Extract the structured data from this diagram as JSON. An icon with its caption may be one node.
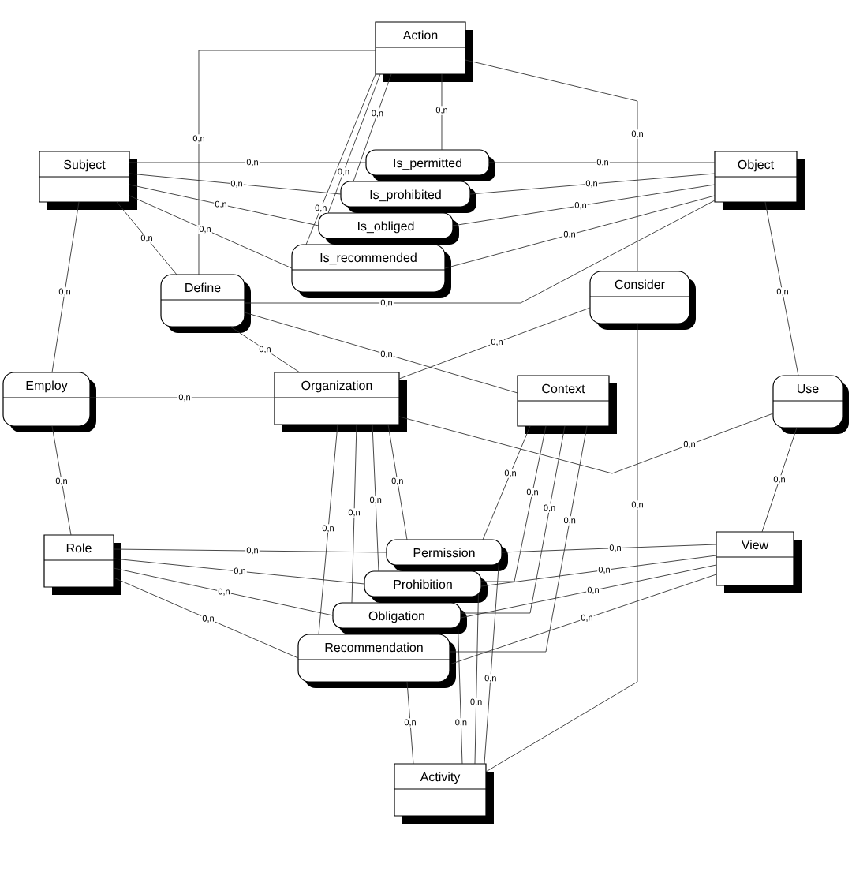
{
  "diagram": {
    "nodes": [
      {
        "text": [
          "Action"
        ]
      },
      {
        "text": [
          "Subject"
        ]
      },
      {
        "text": [
          "Is_permitted"
        ]
      },
      {
        "text": [
          "Is_prohibited"
        ]
      },
      {
        "text": [
          "Is_obliged"
        ]
      },
      {
        "text": [
          "Is_recommended"
        ]
      },
      {
        "text": [
          "Object"
        ]
      },
      {
        "text": [
          "Define"
        ]
      },
      {
        "text": [
          "Consider"
        ]
      },
      {
        "text": [
          "Employ"
        ]
      },
      {
        "text": [
          "Organization"
        ]
      },
      {
        "text": [
          "Context"
        ]
      },
      {
        "text": [
          "Use"
        ]
      },
      {
        "text": [
          "Role"
        ]
      },
      {
        "text": [
          "Permission"
        ]
      },
      {
        "text": [
          "Prohibition"
        ]
      },
      {
        "text": [
          "Obligation"
        ]
      },
      {
        "text": [
          "Recommendation"
        ]
      },
      {
        "text": [
          "View"
        ]
      },
      {
        "text": [
          "Activity"
        ]
      }
    ],
    "edges": [
      {
        "from": 1,
        "to": 2,
        "arrow": "none",
        "label": "0,n"
      },
      {
        "from": 0,
        "to": 2,
        "arrow": "none",
        "label": "0,n"
      },
      {
        "from": 6,
        "to": 2,
        "arrow": "none",
        "label": "0,n"
      },
      {
        "from": 1,
        "to": 3,
        "arrow": "none",
        "label": "0,n"
      },
      {
        "from": 0,
        "to": 3,
        "arrow": "none",
        "label": "0,n"
      },
      {
        "from": 6,
        "to": 3,
        "arrow": "none",
        "label": "0,n"
      },
      {
        "from": 1,
        "to": 4,
        "arrow": "none",
        "label": "0,n"
      },
      {
        "from": 0,
        "to": 4,
        "arrow": "none",
        "label": "0,n"
      },
      {
        "from": 6,
        "to": 4,
        "arrow": "none",
        "label": "0,n"
      },
      {
        "from": 1,
        "to": 5,
        "arrow": "none",
        "label": "0,n"
      },
      {
        "from": 0,
        "to": 5,
        "arrow": "none",
        "label": "0,n"
      },
      {
        "from": 6,
        "to": 5,
        "arrow": "none",
        "label": "0,n"
      },
      {
        "from": 1,
        "to": 7,
        "arrow": "none",
        "label": "0,n"
      },
      {
        "from": 0,
        "to": 7,
        "arrow": "none",
        "label": "0,n"
      },
      {
        "from": 6,
        "to": 7,
        "arrow": "none",
        "label": "0,n"
      },
      {
        "from": 10,
        "to": 7,
        "arrow": "none",
        "label": "0,n"
      },
      {
        "from": 11,
        "to": 7,
        "arrow": "none",
        "label": "0,n"
      },
      {
        "from": 0,
        "to": 8,
        "arrow": "none",
        "label": "0,n"
      },
      {
        "from": 10,
        "to": 8,
        "arrow": "none",
        "label": "0,n"
      },
      {
        "from": 19,
        "to": 8,
        "arrow": "none",
        "label": "0,n"
      },
      {
        "from": 1,
        "to": 9,
        "arrow": "none",
        "label": "0,n"
      },
      {
        "from": 10,
        "to": 9,
        "arrow": "none",
        "label": "0,n"
      },
      {
        "from": 13,
        "to": 9,
        "arrow": "none",
        "label": "0,n"
      },
      {
        "from": 6,
        "to": 12,
        "arrow": "none",
        "label": "0,n"
      },
      {
        "from": 10,
        "to": 12,
        "arrow": "none",
        "label": "0,n"
      },
      {
        "from": 18,
        "to": 12,
        "arrow": "none",
        "label": "0,n"
      },
      {
        "from": 13,
        "to": 14,
        "arrow": "none",
        "label": "0,n"
      },
      {
        "from": 10,
        "to": 14,
        "arrow": "none",
        "label": "0,n"
      },
      {
        "from": 11,
        "to": 14,
        "arrow": "none",
        "label": "0,n"
      },
      {
        "from": 18,
        "to": 14,
        "arrow": "none",
        "label": "0,n"
      },
      {
        "from": 19,
        "to": 14,
        "arrow": "none",
        "label": "0,n"
      },
      {
        "from": 13,
        "to": 15,
        "arrow": "none",
        "label": "0,n"
      },
      {
        "from": 10,
        "to": 15,
        "arrow": "none",
        "label": "0,n"
      },
      {
        "from": 11,
        "to": 15,
        "arrow": "none",
        "label": "0,n"
      },
      {
        "from": 18,
        "to": 15,
        "arrow": "none",
        "label": "0,n"
      },
      {
        "from": 19,
        "to": 15,
        "arrow": "none",
        "label": "0,n"
      },
      {
        "from": 13,
        "to": 16,
        "arrow": "none",
        "label": "0,n"
      },
      {
        "from": 10,
        "to": 16,
        "arrow": "none",
        "label": "0,n"
      },
      {
        "from": 11,
        "to": 16,
        "arrow": "none",
        "label": "0,n"
      },
      {
        "from": 18,
        "to": 16,
        "arrow": "none",
        "label": "0,n"
      },
      {
        "from": 19,
        "to": 16,
        "arrow": "none",
        "label": "0,n"
      },
      {
        "from": 13,
        "to": 17,
        "arrow": "none",
        "label": "0,n"
      },
      {
        "from": 10,
        "to": 17,
        "arrow": "none",
        "label": "0,n"
      },
      {
        "from": 11,
        "to": 17,
        "arrow": "none",
        "label": "0,n"
      },
      {
        "from": 18,
        "to": 17,
        "arrow": "none",
        "label": "0,n"
      },
      {
        "from": 19,
        "to": 17,
        "arrow": "none",
        "label": "0,n"
      }
    ]
  }
}
